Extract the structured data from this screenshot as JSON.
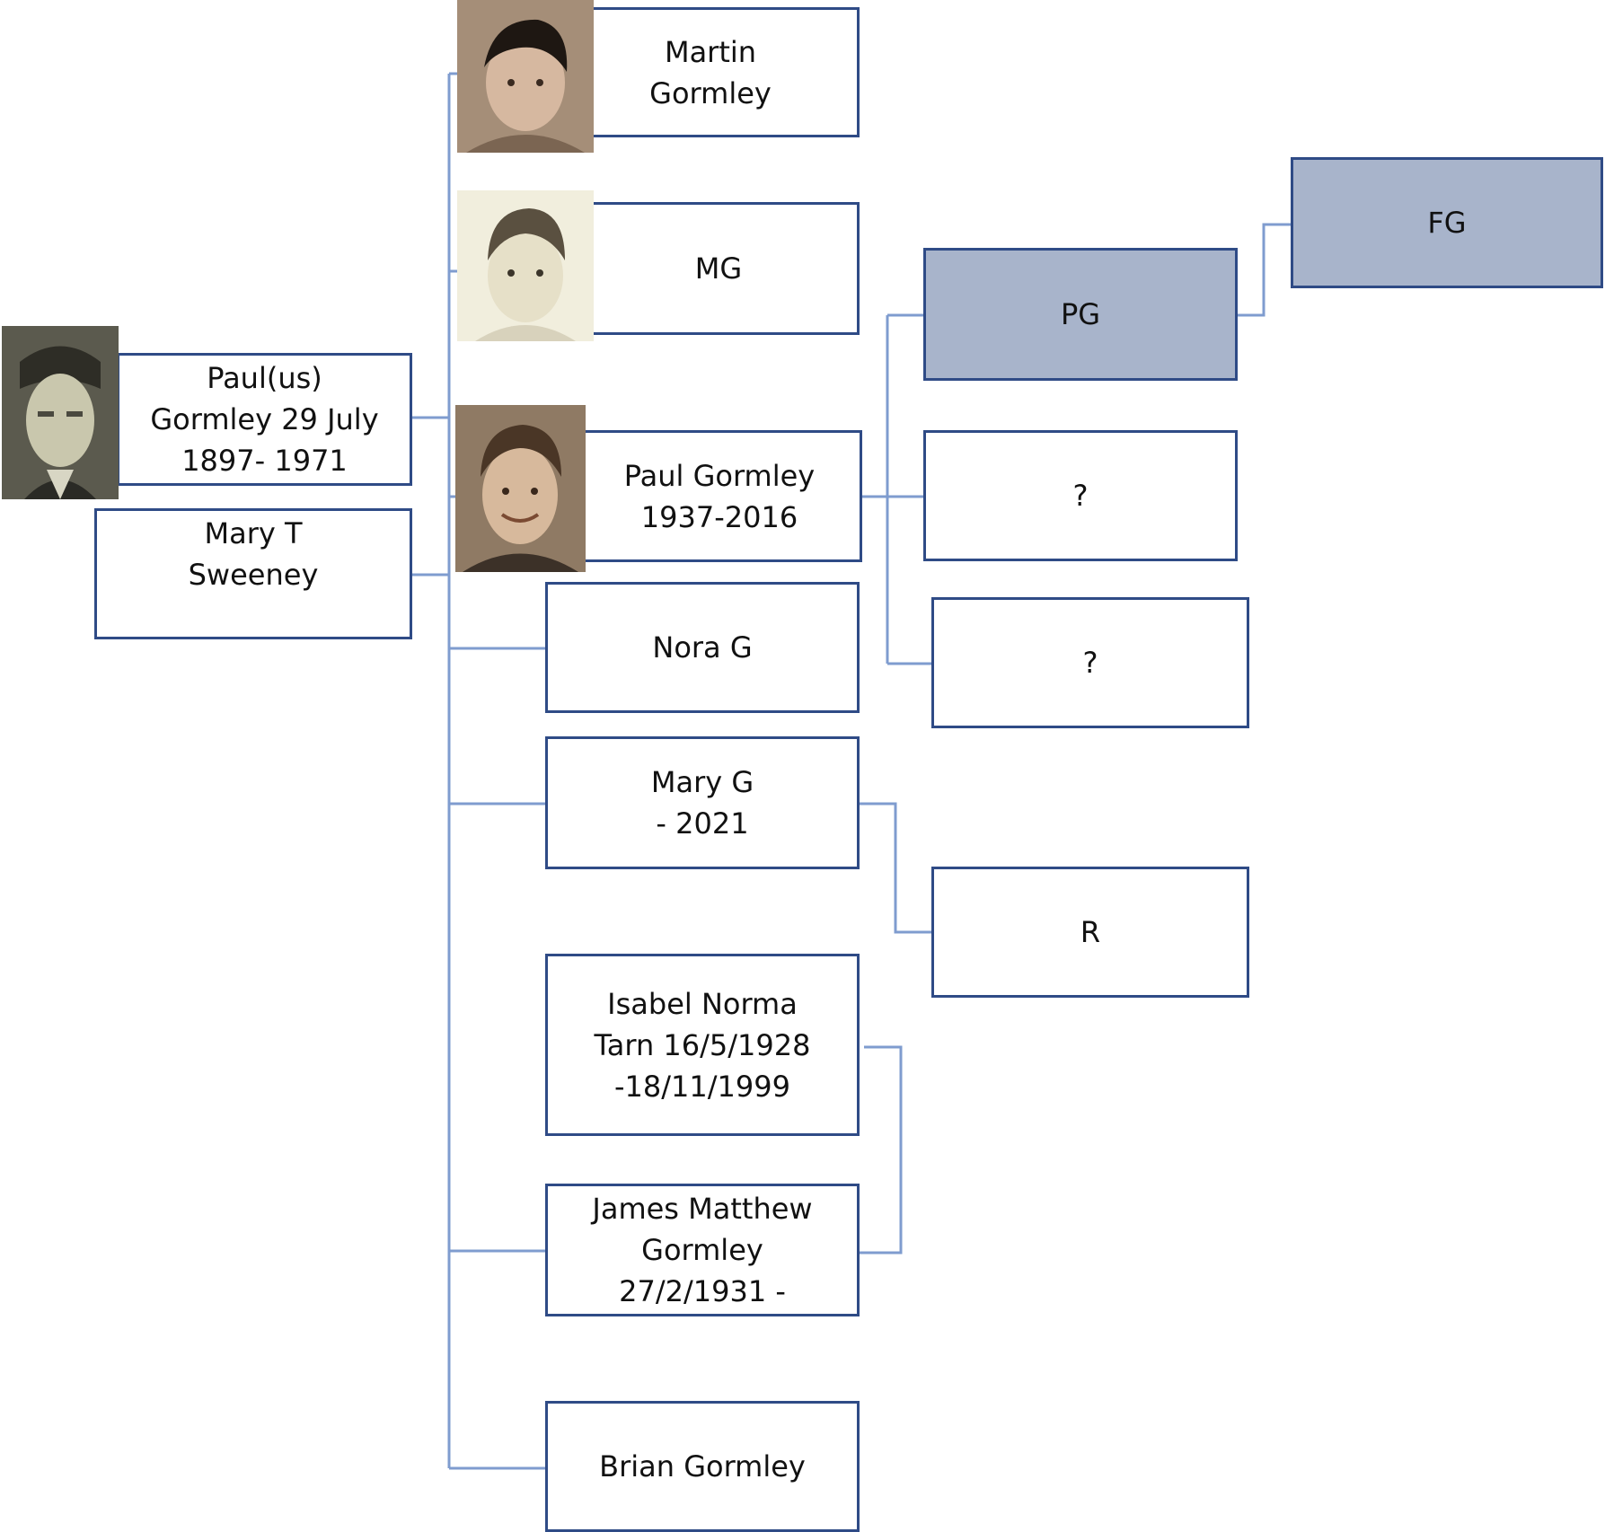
{
  "colors": {
    "border": "#2f4b86",
    "connector": "#7f9ccf",
    "shaded": "#a8b4cb",
    "text": "#111111"
  },
  "people": {
    "paulus": "Paul(us)\nGormley 29 July\n1897- 1971",
    "mary_t": "Mary T\nSweeney",
    "martin": "Martin\nGormley",
    "mg": "MG",
    "paul_g": "Paul Gormley\n1937-2016",
    "nora": "Nora G",
    "mary_g": "Mary G\n- 2021",
    "isabel": "Isabel Norma\nTarn 16/5/1928\n-18/11/1999",
    "james": "James Matthew\nGormley\n27/2/1931 -",
    "brian": "Brian Gormley",
    "pg": "PG",
    "fg": "FG",
    "unknown_1": "?",
    "unknown_2": "?",
    "r": "R"
  },
  "photos": {
    "paulus": "portrait-photo",
    "martin": "portrait-photo",
    "mg": "portrait-photo",
    "paul_g": "portrait-photo"
  }
}
